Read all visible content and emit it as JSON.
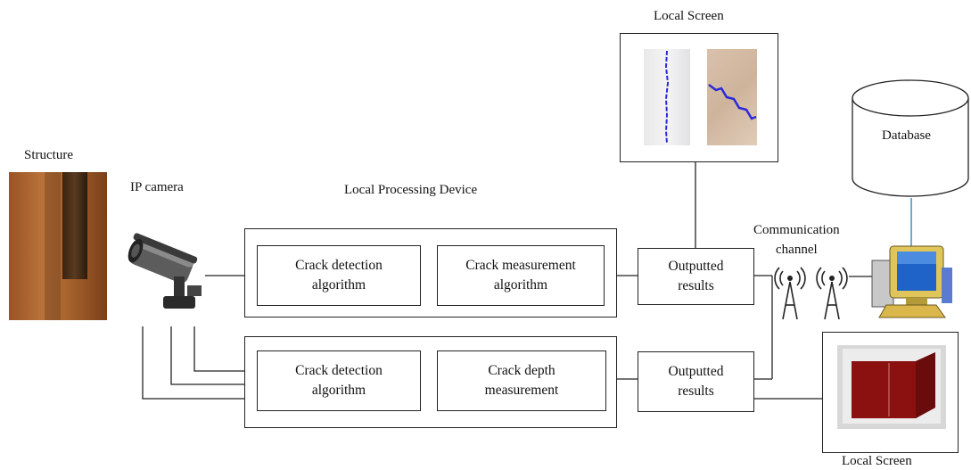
{
  "labels": {
    "structure": "Structure",
    "ip_camera": "IP camera",
    "local_processing_device": "Local Processing Device",
    "local_screen_top": "Local Screen",
    "local_screen_bottom": "Local Screen",
    "database": "Database",
    "communication_channel": "Communication\nchannel"
  },
  "blocks": {
    "top_detection": "Crack detection\nalgorithm",
    "top_measurement": "Crack measurement\nalgorithm",
    "top_output": "Outputted\nresults",
    "bottom_detection": "Crack detection\nalgorithm",
    "bottom_depth": "Crack depth\nmeasurement",
    "bottom_output": "Outputted\nresults"
  },
  "icons": {
    "structure_photo": "wall-photo",
    "camera": "ip-camera-icon",
    "antenna": "antenna-icon",
    "computer": "computer-icon",
    "database": "database-cylinder-icon",
    "crack_image": "crack-image",
    "depth_plot": "3d-plot-image"
  },
  "colors": {
    "crack_line": "#2a2ad8",
    "plot_box": "#8b1010",
    "monitor_screen": "#1f63c9",
    "wall": "#8a4e22"
  }
}
